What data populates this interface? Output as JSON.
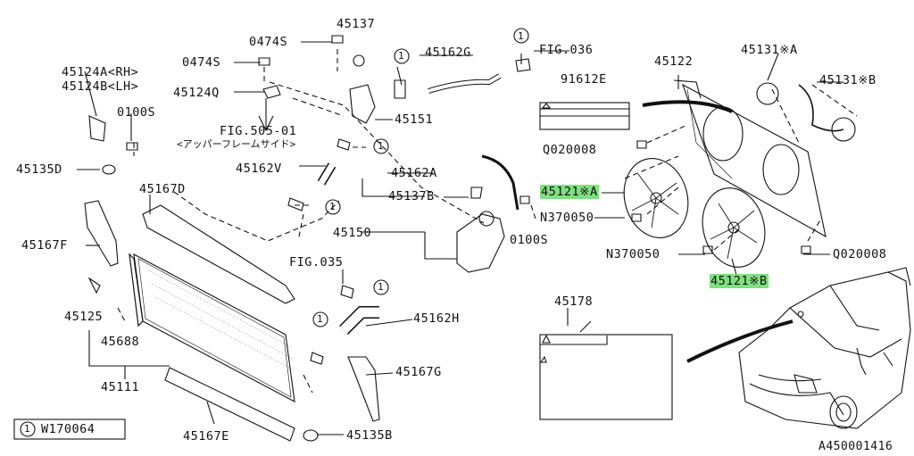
{
  "labels": {
    "p45137": "45137",
    "p0474s_a": "0474S",
    "p0474s_b": "0474S",
    "p45162g": "45162G",
    "ref1_top": "1",
    "fig036": "FIG.036",
    "p45122": "45122",
    "p45131a": "45131※A",
    "p45131b": "45131※B",
    "p45124a": "45124A<RH>",
    "p45124b": "45124B<LH>",
    "p45124q": "45124Q",
    "p0100s_a": "0100S",
    "fig505": "FIG.505-01",
    "fig505_sub": "<アッパーフレームサイド>",
    "p45151": "45151",
    "p91612e": "91612E",
    "q020008_a": "Q020008",
    "p45135d": "45135D",
    "p45162v": "45162V",
    "p45162a": "45162A",
    "p45167d": "45167D",
    "p45137b": "45137B",
    "p45121a": "45121※A",
    "n370050_a": "N370050",
    "p45167f": "45167F",
    "p45150": "45150",
    "p0100s_b": "0100S",
    "n370050_b": "N370050",
    "q020008_b": "Q020008",
    "fig035": "FIG.035",
    "p45121b": "45121※B",
    "p45125": "45125",
    "p45162h": "45162H",
    "p45178": "45178",
    "p45688": "45688",
    "p45167g": "45167G",
    "p45111": "45111",
    "p45167e": "45167E",
    "p45135b": "45135B",
    "legend_num": "1",
    "legend_code": "W170064",
    "diagram_id": "A450001416"
  },
  "ref_markers": {
    "ref1_a": "1",
    "ref1_b": "1",
    "ref1_c": "1",
    "ref1_d": "1",
    "ref1_e": "1",
    "ref1_f": "1"
  },
  "colors": {
    "ink": "#111111",
    "highlight": "#7fe07f",
    "paper": "#ffffff"
  }
}
